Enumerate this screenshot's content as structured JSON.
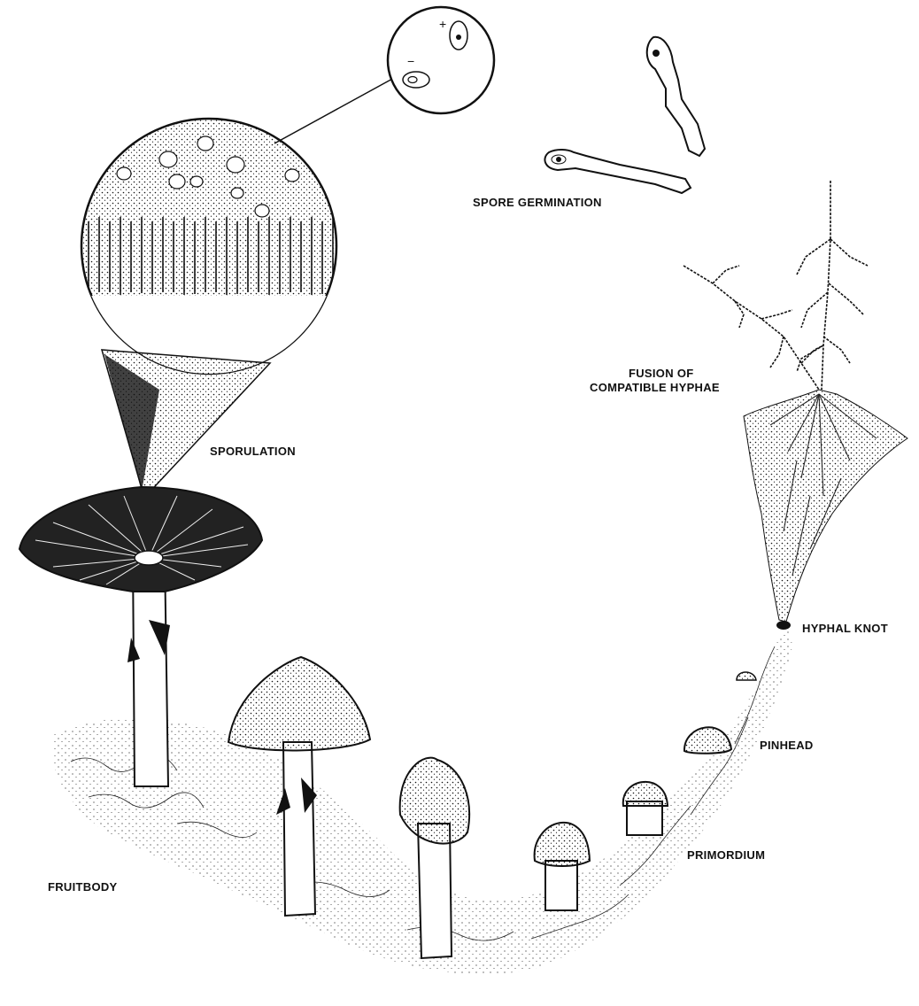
{
  "stages": {
    "spore_germination": "SPORE GERMINATION",
    "fusion_line1": "FUSION OF",
    "fusion_line2": "COMPATIBLE HYPHAE",
    "hyphal_knot": "HYPHAL KNOT",
    "pinhead": "PINHEAD",
    "primordium": "PRIMORDIUM",
    "fruitbody": "FRUITBODY",
    "sporulation": "SPORULATION"
  },
  "spore_marks": {
    "plus": "+",
    "minus": "−"
  },
  "colors": {
    "ink": "#111111",
    "paper": "#ffffff",
    "shade": "#2a2a2a"
  }
}
